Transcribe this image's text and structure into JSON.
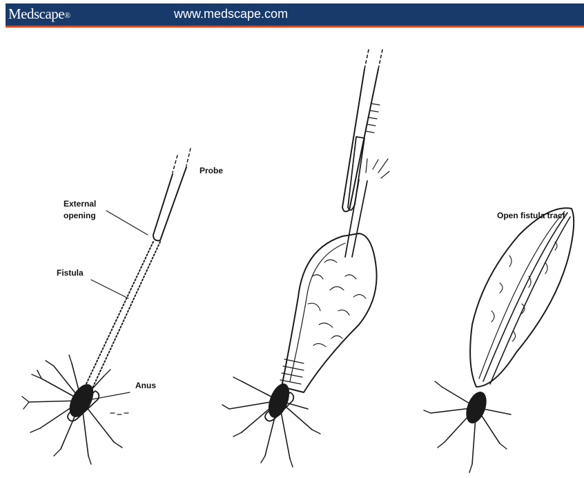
{
  "header": {
    "brand": "Medscape",
    "brand_mark": "®",
    "url": "www.medscape.com",
    "bar_color": "#183a6b",
    "accent_color": "#d84a1b"
  },
  "labels": {
    "probe": "Probe",
    "external_opening_1": "External",
    "external_opening_2": "opening",
    "fistula": "Fistula",
    "anus": "Anus",
    "open_tract": "Open fistula tract"
  }
}
